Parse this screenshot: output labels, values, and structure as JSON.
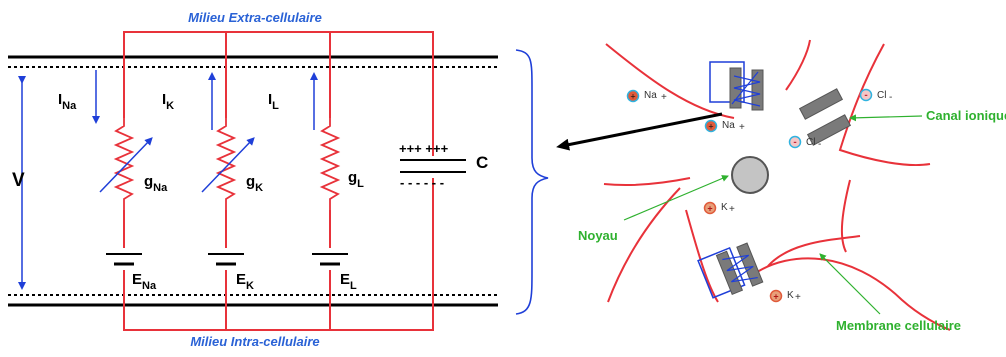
{
  "circuit": {
    "top_label": "Milieu Extra-cellulaire",
    "bottom_label": "Milieu Intra-cellulaire",
    "voltage": "V",
    "capacitor_plus": "+++ +++",
    "capacitor": "C",
    "branches": [
      {
        "current": "I",
        "current_sub": "Na",
        "conductance": "g",
        "conductance_sub": "Na",
        "reversal": "E",
        "reversal_sub": "Na"
      },
      {
        "current": "I",
        "current_sub": "K",
        "conductance": "g",
        "conductance_sub": "K",
        "reversal": "E",
        "reversal_sub": "K"
      },
      {
        "current": "I",
        "current_sub": "L",
        "conductance": "g",
        "conductance_sub": "L",
        "reversal": "E",
        "reversal_sub": "L"
      }
    ]
  },
  "cell": {
    "ions": [
      {
        "name": "Na",
        "charge": "+",
        "sign": "+"
      },
      {
        "name": "Na",
        "charge": "+",
        "sign": "+"
      },
      {
        "name": "Cl",
        "charge": "-",
        "sign": "-"
      },
      {
        "name": "Cl",
        "charge": "-",
        "sign": "-"
      },
      {
        "name": "K",
        "charge": "+",
        "sign": "+"
      },
      {
        "name": "K",
        "charge": "+",
        "sign": "+"
      }
    ],
    "labels": {
      "channel": "Canal ionique",
      "nucleus": "Noyau",
      "membrane": "Membrane cellulaire"
    }
  },
  "colors": {
    "wire": "#e8323a",
    "arrow_blue": "#1f3fd8",
    "label_blue": "#2a62d6",
    "annotation_green": "#2fb12f",
    "ion_plus": "#e05a3a",
    "ion_minus": "#d23a4a"
  }
}
